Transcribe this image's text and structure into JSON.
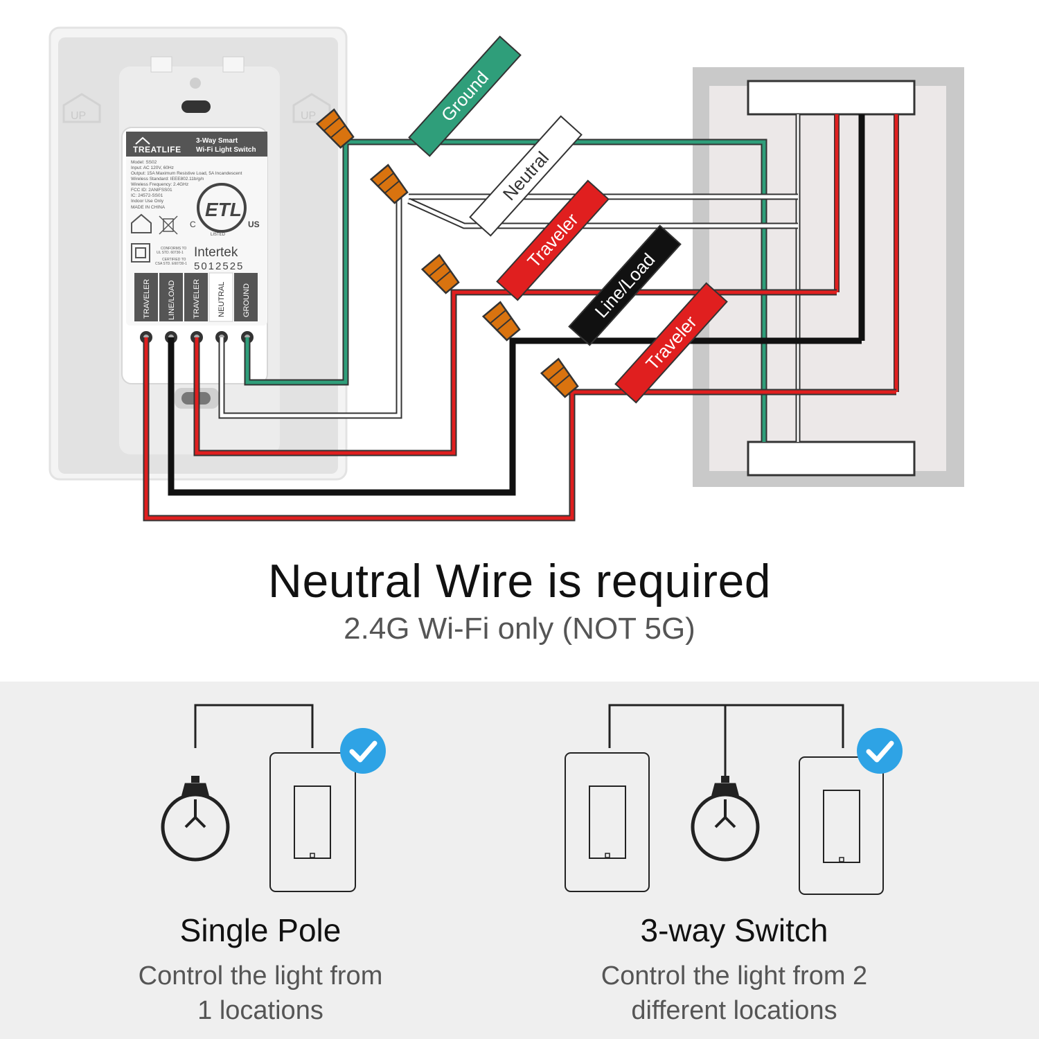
{
  "colors": {
    "ground": "#2f9e7a",
    "traveler": "#e01f1f",
    "line_load": "#111111",
    "neutral": "#ffffff",
    "nut": "#d9730f",
    "check": "#2ea3e5",
    "panel": "#efefef"
  },
  "device": {
    "brand": "TREATLIFE",
    "product_line1": "3-Way Smart",
    "product_line2": "Wi-Fi Light Switch",
    "spec_lines": [
      "Model: SS02",
      "Input: AC 120V, 60Hz",
      "Output: 15A Maximum Resistive Load,  5A Incandescent",
      "Wireless Standard: IEEE802.11b/g/n",
      "Wireless Frequency: 2.4GHz",
      "FCC ID: 2ANIFSS01",
      "IC: 24572-SS01",
      "Indoor Use Only",
      "MADE IN CHINA"
    ],
    "etl_mark": "ETL",
    "etl_c": "C",
    "etl_us": "US",
    "etl_listed": "LISTED",
    "conformity_line1": "CONFORMS TO",
    "conformity_line2": "UL STD. 60730-1",
    "conformity_line3": "CERTIFIED TO",
    "conformity_line4": "CSA STD. E60730-1",
    "cert_name": "Intertek",
    "cert_number": "5012525",
    "up_label": "UP",
    "terminals": [
      "TRAVELER",
      "LINE/LOAD",
      "TRAVELER",
      "NEUTRAL",
      "GROUND"
    ]
  },
  "wire_tags": {
    "ground": "Ground",
    "neutral": "Neutral",
    "traveler_1": "Traveler",
    "line_load": "Line/Load",
    "traveler_2": "Traveler"
  },
  "headline": {
    "title": "Neutral Wire is required",
    "subtitle": "2.4G Wi-Fi only (NOT 5G)"
  },
  "options": [
    {
      "title": "Single Pole",
      "desc_line1": "Control the light from",
      "desc_line2": "1 locations",
      "icon": "check-icon"
    },
    {
      "title": "3-way Switch",
      "desc_line1": "Control the light from 2",
      "desc_line2": "different locations",
      "icon": "check-icon"
    }
  ]
}
